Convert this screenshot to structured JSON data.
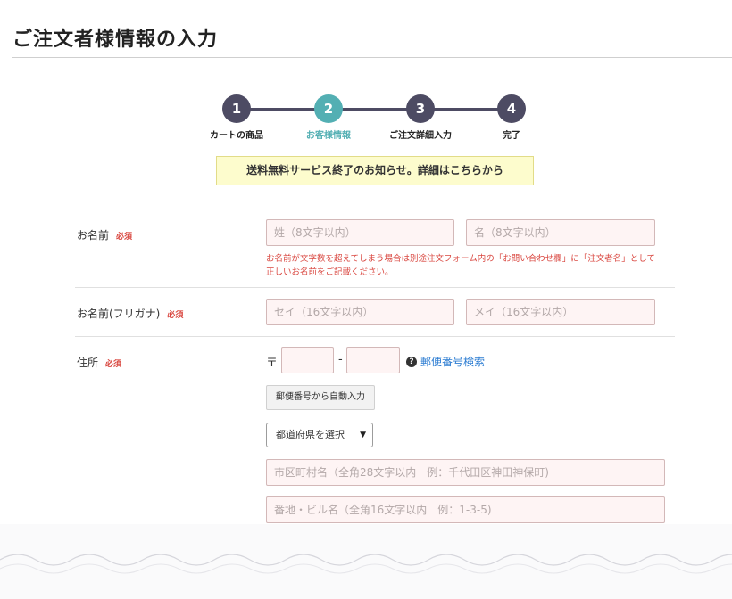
{
  "page": {
    "title": "ご注文者様情報の入力"
  },
  "stepper": {
    "steps": [
      {
        "number": "1",
        "label": "カートの商品"
      },
      {
        "number": "2",
        "label": "お客様情報"
      },
      {
        "number": "3",
        "label": "ご注文詳細入力"
      },
      {
        "number": "4",
        "label": "完了"
      }
    ],
    "active_step": 2
  },
  "notice": {
    "text": "送料無料サービス終了のお知らせ。詳細はこちらから"
  },
  "form": {
    "required_badge": "必須",
    "name": {
      "label": "お名前",
      "last_placeholder": "姓（8文字以内）",
      "first_placeholder": "名（8文字以内）",
      "warning": "お名前が文字数を超えてしまう場合は別途注文フォーム内の「お問い合わせ欄」に「注文者名」として正しいお名前をご記載ください。"
    },
    "kana": {
      "label": "お名前(フリガナ)",
      "last_placeholder": "セイ（16文字以内）",
      "first_placeholder": "メイ（16文字以内）"
    },
    "address": {
      "label": "住所",
      "postal_mark": "〒",
      "postal_dash": "-",
      "zip_search_label": "郵便番号検索",
      "auto_fill_button": "郵便番号から自動入力",
      "prefecture_select": "都道府県を選択",
      "city_placeholder": "市区町村名（全角28文字以内　例：千代田区神田神保町)",
      "street_placeholder": "番地・ビル名（全角16文字以内　例：1-3-5)"
    }
  },
  "colors": {
    "accent": "#53afb3",
    "step_dark": "#4d4b63",
    "required": "#d9463f",
    "link": "#2d7dd2",
    "notice_bg": "#fdfccd"
  }
}
